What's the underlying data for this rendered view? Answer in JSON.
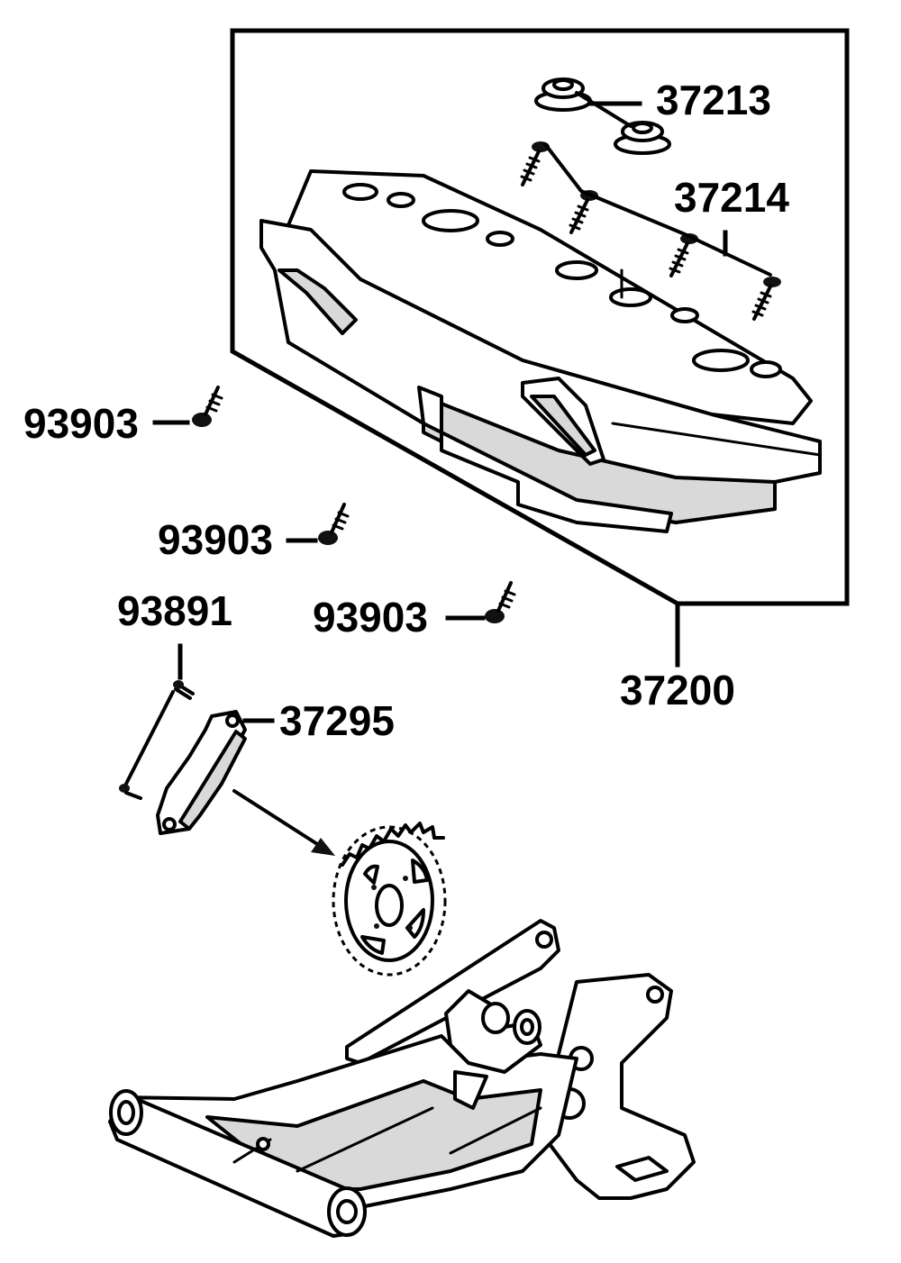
{
  "diagram": {
    "labels": {
      "p37213": "37213",
      "p37214": "37214",
      "p93903_a": "93903",
      "p93903_b": "93903",
      "p93903_c": "93903",
      "p93891": "93891",
      "p37200": "37200",
      "p37295": "37295"
    }
  }
}
